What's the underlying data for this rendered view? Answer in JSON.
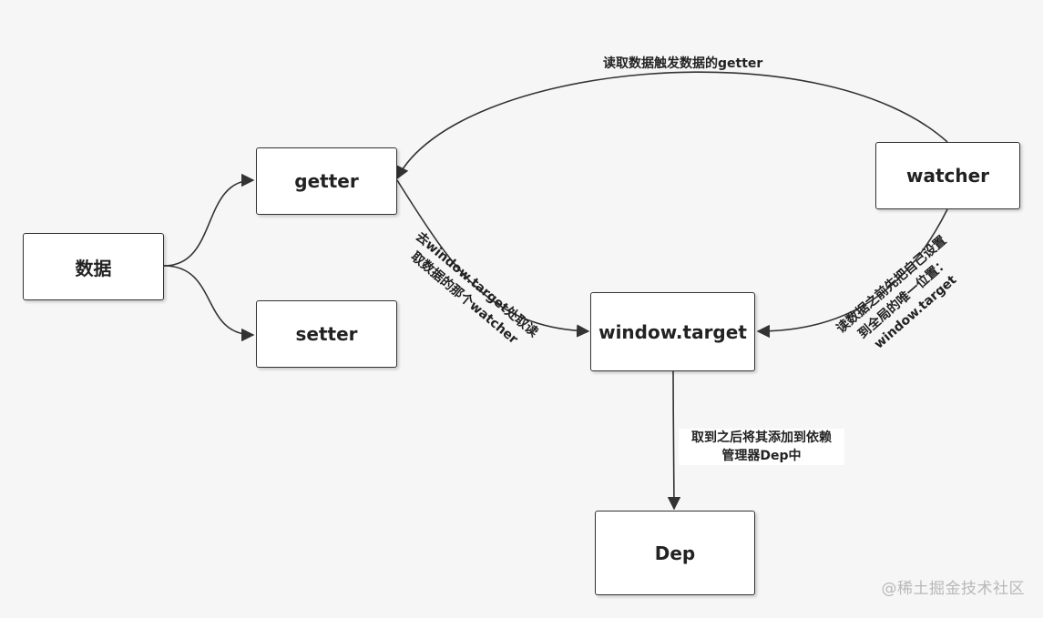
{
  "nodes": {
    "data": "数据",
    "getter": "getter",
    "setter": "setter",
    "watcher": "watcher",
    "window_target": "window.target",
    "dep": "Dep"
  },
  "labels": {
    "watcher_to_getter": "读取数据触发数据的getter",
    "getter_to_target_line1": "去window.target处取读",
    "getter_to_target_line2": "取数据的那个watcher",
    "watcher_to_target_line1": "读数据之前先把自己设置",
    "watcher_to_target_line2": "到全局的唯一位置：",
    "watcher_to_target_line3": "window.target",
    "target_to_dep_line1": "取到之后将其添加到依赖",
    "target_to_dep_line2": "管理器Dep中"
  },
  "watermark": "@稀土掘金技术社区",
  "colors": {
    "background": "#f6f6f6",
    "node_fill": "#ffffff",
    "stroke": "#333333",
    "watermark": "#b8b8b8"
  }
}
